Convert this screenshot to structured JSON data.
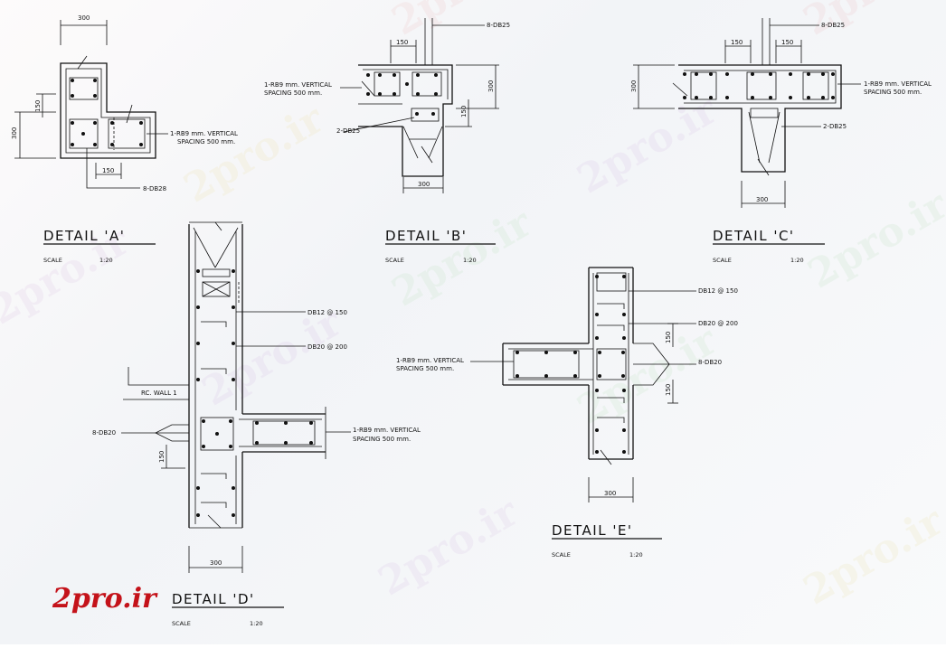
{
  "watermark": {
    "text": "2pro.ir",
    "color": "#b07cc6"
  },
  "logo": {
    "text": "2pro.ir",
    "color": "#c4121a"
  },
  "detail_a": {
    "title": "DETAIL   'A'",
    "scale_label": "SCALE",
    "scale_value": "1:20",
    "dims": [
      "300",
      "150",
      "300",
      "150"
    ],
    "labels": [
      "1-RB9 mm. VERTICAL",
      "SPACING 500 mm.",
      "8-DB28"
    ]
  },
  "detail_b": {
    "title": "DETAIL   'B'",
    "scale_label": "SCALE",
    "scale_value": "1:20",
    "dims": [
      "150",
      "300",
      "150",
      "300"
    ],
    "labels": [
      "8-DB25",
      "1-RB9 mm. VERTICAL",
      "SPACING 500 mm.",
      "2-DB25"
    ]
  },
  "detail_c": {
    "title": "DETAIL   'C'",
    "scale_label": "SCALE",
    "scale_value": "1:20",
    "dims": [
      "150",
      "150",
      "300",
      "300"
    ],
    "labels": [
      "8-DB25",
      "1-RB9 mm. VERTICAL",
      "SPACING 500 mm.",
      "2-DB25"
    ]
  },
  "detail_d": {
    "title": "DETAIL   'D'",
    "scale_label": "SCALE",
    "scale_value": "1:20",
    "dims": [
      "150",
      "300"
    ],
    "labels": [
      "DB12 @ 150",
      "DB20 @ 200",
      "RC. WALL 1",
      "8-DB20",
      "1-RB9 mm. VERTICAL",
      "SPACING 500 mm."
    ]
  },
  "detail_e": {
    "title": "DETAIL   'E'",
    "scale_label": "SCALE",
    "scale_value": "1:20",
    "dims": [
      "150",
      "150",
      "300"
    ],
    "labels": [
      "DB12 @ 150",
      "DB20 @ 200",
      "1-RB9 mm. VERTICAL",
      "SPACING 500 mm.",
      "8-DB20"
    ]
  }
}
